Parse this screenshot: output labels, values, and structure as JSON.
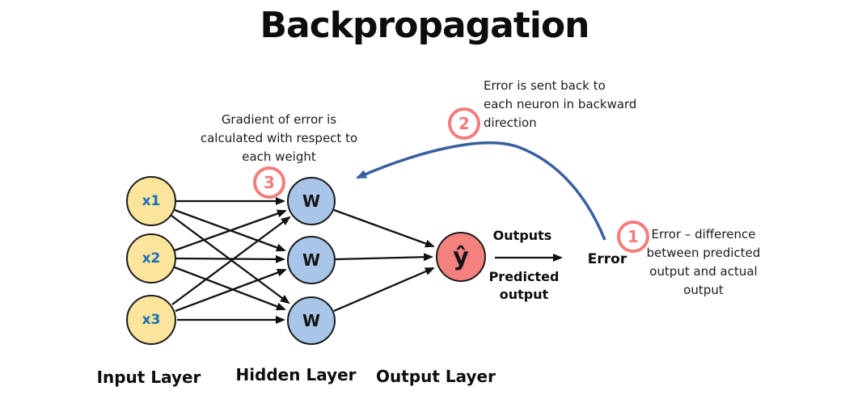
{
  "title": "Backpropagation",
  "network": {
    "input_layer": {
      "label": "Input Layer",
      "nodes": [
        {
          "label": "x1"
        },
        {
          "label": "x2"
        },
        {
          "label": "x3"
        }
      ]
    },
    "hidden_layer": {
      "label": "Hidden Layer",
      "nodes": [
        {
          "label": "W"
        },
        {
          "label": "W"
        },
        {
          "label": "W"
        }
      ]
    },
    "output_layer": {
      "label": "Output Layer",
      "node": {
        "label": "ŷ"
      }
    }
  },
  "flow": {
    "outputs_label": "Outputs",
    "predicted_label": "Predicted\noutput",
    "error_label": "Error"
  },
  "annotations": {
    "error_definition": {
      "number": "1",
      "text": "Error – difference\nbetween predicted\noutput and actual\noutput"
    },
    "backward_pass": {
      "number": "2",
      "text": "Error is sent back to\neach neuron in backward\ndirection"
    },
    "gradient": {
      "number": "3",
      "text": "Gradient of error is\ncalculated with respect to\neach weight"
    }
  },
  "colors": {
    "input_node_fill": "#fbe49c",
    "hidden_node_fill": "#a8c6e9",
    "output_node_fill": "#f5817f",
    "annotation_pink": "#f47c7c",
    "curve_blue": "#3a5fa0",
    "input_label_blue": "#1a6db8"
  }
}
